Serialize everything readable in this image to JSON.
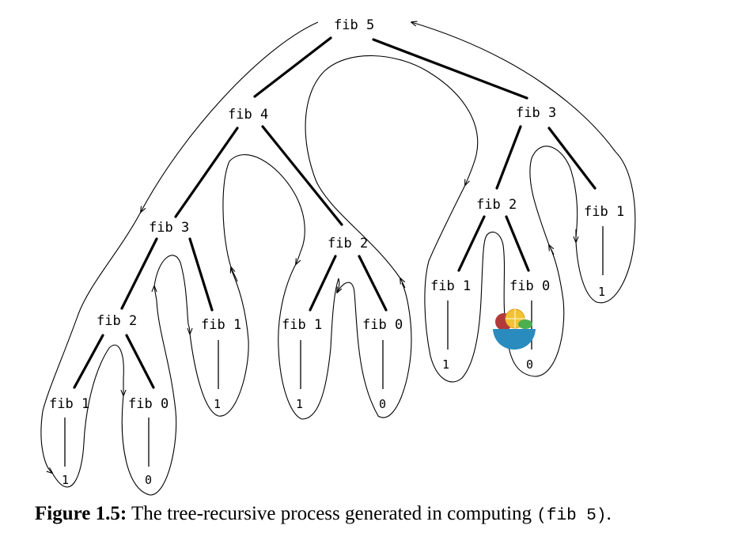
{
  "nodes": {
    "n_fib5": "fib 5",
    "n_fib4": "fib 4",
    "n_fib3r": "fib 3",
    "n_fib3l": "fib 3",
    "n_fib2m": "fib 2",
    "n_fib2r": "fib 2",
    "n_fib1rr": "fib 1",
    "n_fib2l": "fib 2",
    "n_fib1a": "fib 1",
    "n_fib1b": "fib 1",
    "n_fib0b": "fib 0",
    "n_fib1c": "fib 1",
    "n_fib0c": "fib 0",
    "n_fib1d": "fib 1",
    "n_fib0a": "fib 0"
  },
  "leaves": {
    "v_l1": "1",
    "v_l2": "0",
    "v_l3": "1",
    "v_l4": "1",
    "v_l5": "0",
    "v_l6": "1",
    "v_l7": "0",
    "v_l8": "1"
  },
  "caption": {
    "label": "Figure 1.5:",
    "text": "The tree-recursive process generated in computing",
    "code": "(fib 5)",
    "end": "."
  },
  "colors": {
    "ink": "#000000",
    "background": "#ffffff"
  },
  "icons": {
    "bowl": "bowl-icon"
  }
}
